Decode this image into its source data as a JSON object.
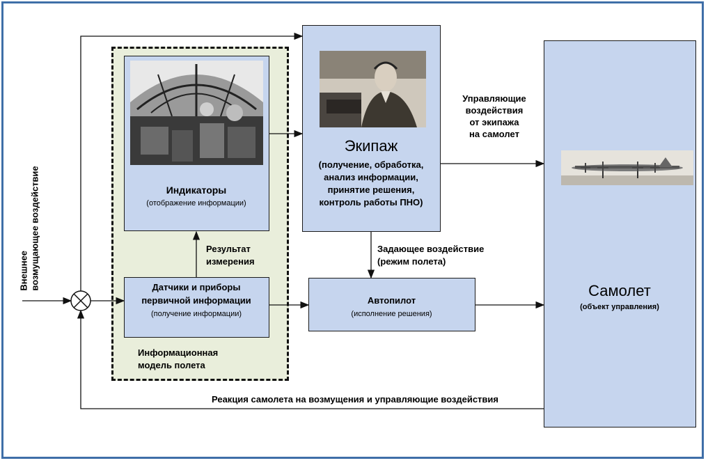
{
  "blocks": {
    "indicators": {
      "title": "Индикаторы",
      "subtitle": "(отображение информации)"
    },
    "crew": {
      "title": "Экипаж",
      "lines": [
        "(получение, обработка,",
        "анализ информации,",
        "принятие решения,",
        "контроль работы ПНО)"
      ]
    },
    "sensors": {
      "lines": [
        "Датчики и приборы",
        "первичной информации"
      ],
      "subtitle": "(получение информации)"
    },
    "autopilot": {
      "title": "Автопилот",
      "subtitle": "(исполнение решения)"
    },
    "aircraft": {
      "title": "Самолет",
      "subtitle": "(объект управления)"
    }
  },
  "labels": {
    "external": [
      "Внешнее",
      "возмущающее воздействие"
    ],
    "measurement": [
      "Результат",
      "измерения"
    ],
    "setpoint": [
      "Задающее воздействие",
      "(режим полета)"
    ],
    "crew_control": [
      "Управляющие",
      "воздействия",
      "от экипажа",
      "на самолет"
    ],
    "info_model": [
      "Информационная",
      "модель полета"
    ],
    "feedback": "Реакция самолета на возмущения и управляющие воздействия"
  },
  "colors": {
    "block_fill": "#c6d5ee",
    "frame_border": "#3f6fa8",
    "dashed_fill": "#e9eedb"
  }
}
